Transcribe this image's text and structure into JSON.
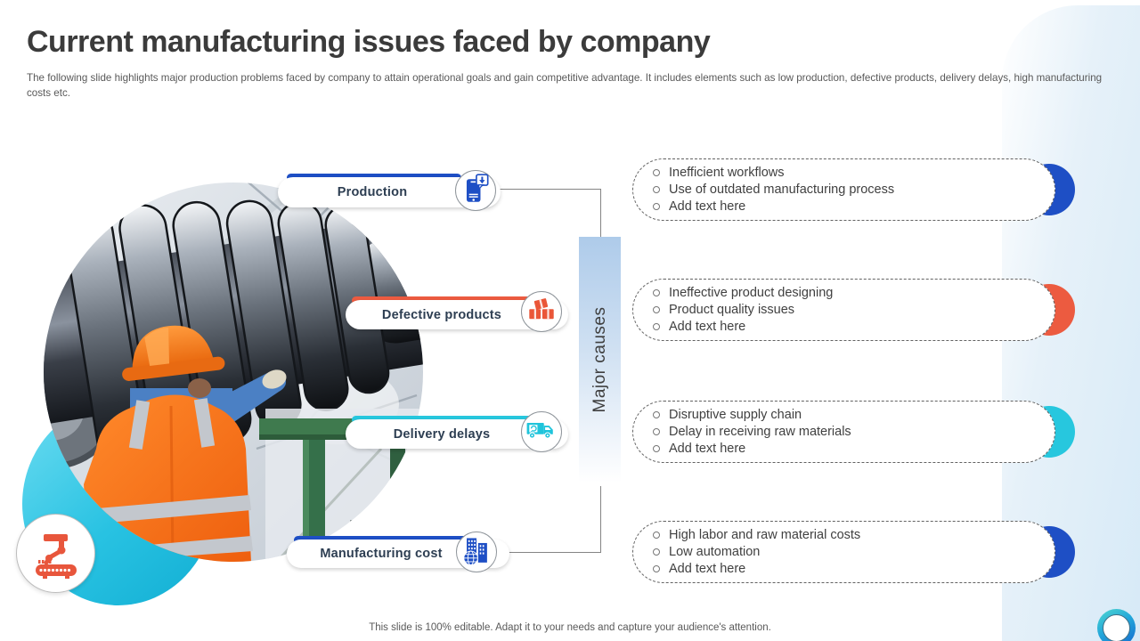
{
  "slide": {
    "title": "Current manufacturing issues faced by company",
    "subtitle": "The following slide highlights major production problems faced by company to attain operational goals and gain competitive advantage. It includes elements such as low production, defective products, delivery delays, high manufacturing costs etc.",
    "footer": "This slide is 100% editable. Adapt it to your needs and capture your audience's attention."
  },
  "center_bar": {
    "label": "Major causes"
  },
  "issues": [
    {
      "label": "Production",
      "color": "#1e4fc5",
      "icon": "smartphone-sync-icon"
    },
    {
      "label": "Defective products",
      "color": "#ec5b40",
      "icon": "damaged-packages-icon"
    },
    {
      "label": "Delivery delays",
      "color": "#27c7de",
      "icon": "delivery-truck-icon"
    },
    {
      "label": "Manufacturing cost",
      "color": "#1e4fc5",
      "icon": "factory-buildings-icon"
    }
  ],
  "causes": [
    {
      "accent": "#1e4fc5",
      "items": [
        "Inefficient workflows",
        "Use of outdated manufacturing process",
        "Add text here"
      ]
    },
    {
      "accent": "#ec5b40",
      "items": [
        "Ineffective product designing",
        "Product quality issues",
        "Add text here"
      ]
    },
    {
      "accent": "#27c7de",
      "items": [
        "Disruptive supply chain",
        "Delay in receiving raw materials",
        "Add text here"
      ]
    },
    {
      "accent": "#1e4fc5",
      "items": [
        "High labor and raw material costs",
        "Low automation",
        "Add text here"
      ]
    }
  ],
  "decor": {
    "photo": "worker-inspecting-industrial-roller-photo",
    "corner_icon": "robotic-arm-conveyor-icon"
  }
}
